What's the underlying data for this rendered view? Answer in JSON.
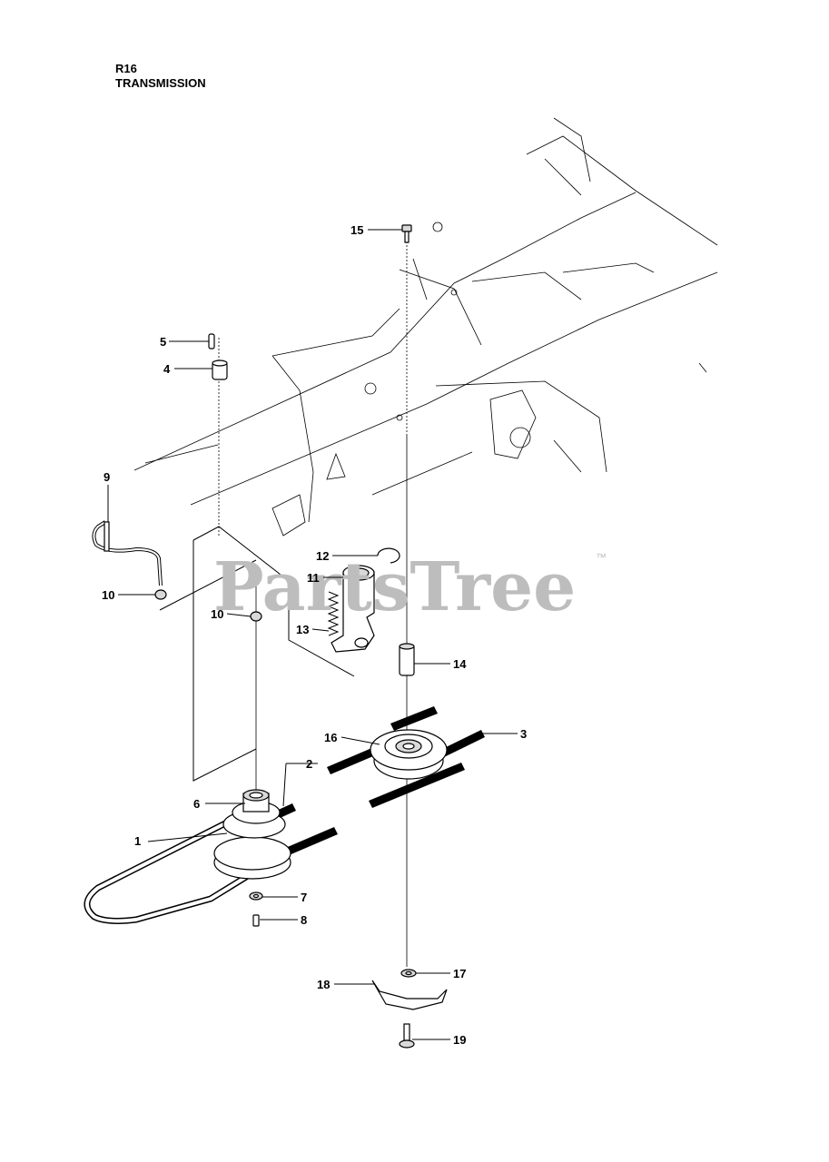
{
  "header": {
    "model": "R16",
    "section": "TRANSMISSION"
  },
  "watermark": {
    "text": "PartsTree",
    "trademark": "™"
  },
  "callouts": [
    "1",
    "2",
    "3",
    "4",
    "5",
    "6",
    "7",
    "8",
    "9",
    "10",
    "10",
    "11",
    "12",
    "13",
    "14",
    "15",
    "16",
    "17",
    "18",
    "19"
  ]
}
